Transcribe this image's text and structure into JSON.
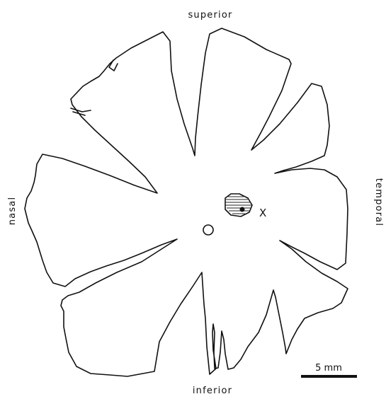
{
  "orientation": {
    "superior": "superior",
    "inferior": "inferior",
    "nasal": "nasal",
    "temporal": "temporal"
  },
  "marker_label": "X",
  "scale_bar": {
    "label": "5 mm"
  },
  "colors": {
    "ink": "#111111",
    "background": "#ffffff"
  }
}
